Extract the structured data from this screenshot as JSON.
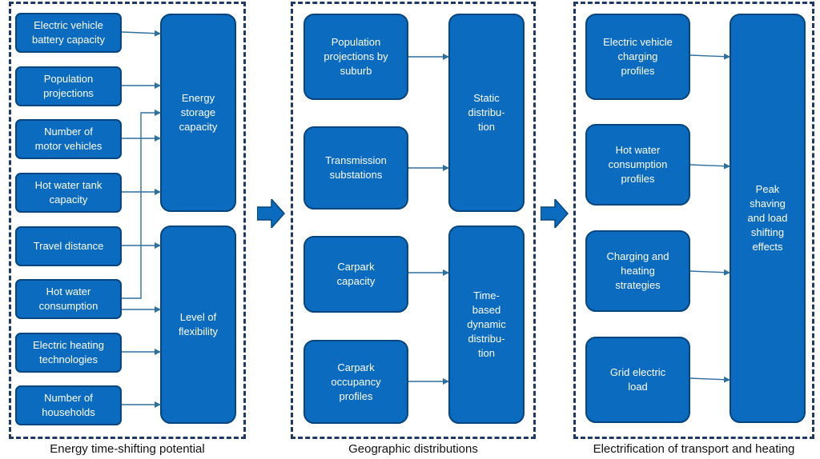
{
  "panels": {
    "left": {
      "caption": "Energy time-shifting potential",
      "inputs": [
        "Electric vehicle\nbattery capacity",
        "Population\nprojections",
        "Number of\nmotor vehicles",
        "Hot water tank\ncapacity",
        "Travel distance",
        "Hot water\nconsumption",
        "Electric heating\ntechnologies",
        "Number of\nhouseholds"
      ],
      "outputs": [
        "Energy\nstorage\ncapacity",
        "Level of\nflexibility"
      ]
    },
    "middle": {
      "caption": "Geographic distributions",
      "inputs": [
        "Population\nprojections by\nsuburb",
        "Transmission\nsubstations",
        "Carpark\ncapacity",
        "Carpark\noccupancy\nprofiles"
      ],
      "outputs": [
        "Static\ndistribu-\ntion",
        "Time-\nbased\ndynamic\ndistribu-\ntion"
      ]
    },
    "right": {
      "caption": "Electrification of transport and heating",
      "inputs": [
        "Electric vehicle\ncharging\nprofiles",
        "Hot water\nconsumption\nprofiles",
        "Charging and\nheating\nstrategies",
        "Grid electric\nload"
      ],
      "output": "Peak\nshaving\nand load\nshifting\neffects"
    }
  },
  "colors": {
    "box_fill": "#0a6bbf",
    "box_border": "#06457d",
    "panel_border": "#1f3864",
    "arrow": "#2e6f9e"
  }
}
